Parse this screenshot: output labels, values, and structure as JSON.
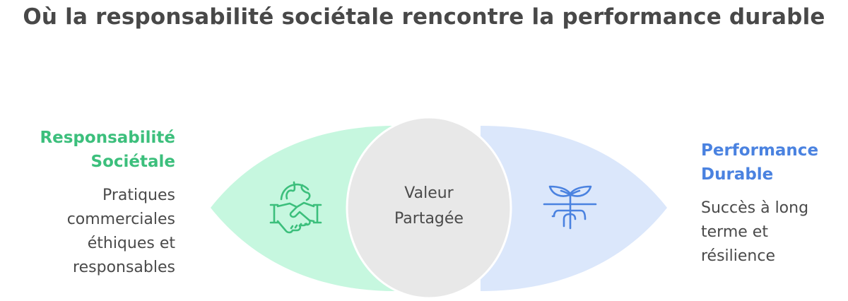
{
  "title": "Où la responsabilité sociétale rencontre la performance durable",
  "left": {
    "heading_line1": "Responsabilité",
    "heading_line2": "Sociétale",
    "description": "Pratiques\ncommerciales\néthiques et\nresponsables",
    "icon": "handshake-globe-icon",
    "fill_color": "#c6f7df",
    "accent_color": "#3cbf7c"
  },
  "center": {
    "label": "Valeur\nPartagée",
    "fill_color": "#e8e8e8",
    "stroke_color": "#ffffff"
  },
  "right": {
    "heading_line1": "Performance",
    "heading_line2": "Durable",
    "description": "Succès à long\nterme et\nrésilience",
    "icon": "plant-roots-icon",
    "fill_color": "#dbe7fb",
    "accent_color": "#4a82e0"
  }
}
